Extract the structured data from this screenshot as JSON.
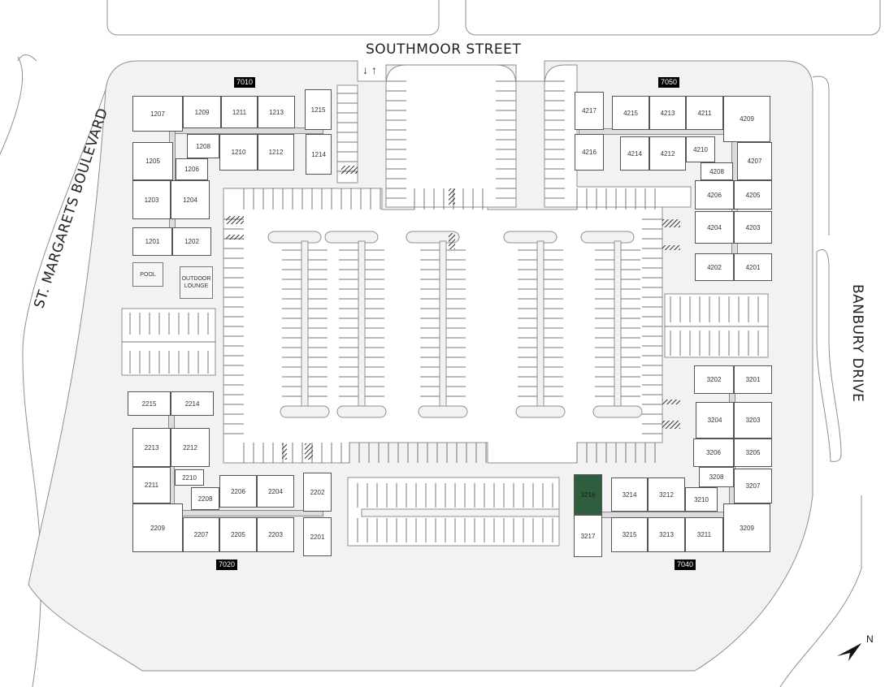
{
  "streets": {
    "north": "SOUTHMOOR STREET",
    "west": "ST. MARGARETS BOULEVARD",
    "east": "BANBURY DRIVE",
    "entry_arrows": "↓ ↑"
  },
  "buildings": [
    {
      "number": "7010",
      "units": [
        "1207",
        "1209",
        "1211",
        "1213",
        "1215",
        "1208",
        "1210",
        "1212",
        "1214",
        "1205",
        "1206",
        "1203",
        "1204",
        "1201",
        "1202"
      ]
    },
    {
      "number": "7050",
      "units": [
        "4217",
        "4215",
        "4213",
        "4211",
        "4209",
        "4216",
        "4214",
        "4212",
        "4210",
        "4208",
        "4207",
        "4206",
        "4205",
        "4204",
        "4203",
        "4202",
        "4201"
      ]
    },
    {
      "number": "7040",
      "units": [
        "3202",
        "3201",
        "3204",
        "3203",
        "3206",
        "3205",
        "3208",
        "3207",
        "3210",
        "3212",
        "3214",
        "3216",
        "3217",
        "3215",
        "3213",
        "3211",
        "3209"
      ]
    },
    {
      "number": "7020",
      "units": [
        "2215",
        "2214",
        "2213",
        "2212",
        "2211",
        "2210",
        "2208",
        "2206",
        "2204",
        "2202",
        "2209",
        "2207",
        "2205",
        "2203",
        "2201"
      ]
    }
  ],
  "amenities": {
    "pool": "POOL",
    "lounge": "OUTDOOR LOUNGE"
  },
  "highlighted_unit": "3216",
  "north_label": "N",
  "colors": {
    "highlight": "#2e5e3e",
    "site": "#f2f2f2",
    "road_line": "#9a9a9a",
    "label_bg": "#000000"
  }
}
